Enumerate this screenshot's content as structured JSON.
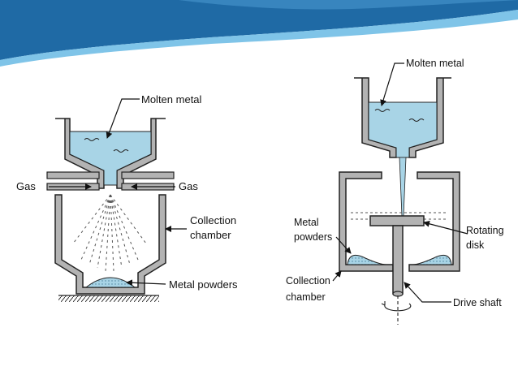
{
  "left_diagram": {
    "labels": {
      "molten_metal": "Molten metal",
      "gas_left": "Gas",
      "gas_right": "Gas",
      "collection_1": "Collection",
      "collection_2": "chamber",
      "metal_powders": "Metal powders"
    }
  },
  "right_diagram": {
    "labels": {
      "molten_metal": "Molten metal",
      "metal_1": "Metal",
      "metal_2": "powders",
      "rotating_1": "Rotating",
      "rotating_2": "disk",
      "collection_1": "Collection",
      "collection_2": "chamber",
      "drive_shaft": "Drive shaft"
    }
  },
  "colors": {
    "wave_dark": "#1f6aa5",
    "wave_light": "#7fc4e8",
    "wall_gray": "#b3b3b3",
    "liquid_blue": "#a8d4e6",
    "outline": "#222222"
  }
}
